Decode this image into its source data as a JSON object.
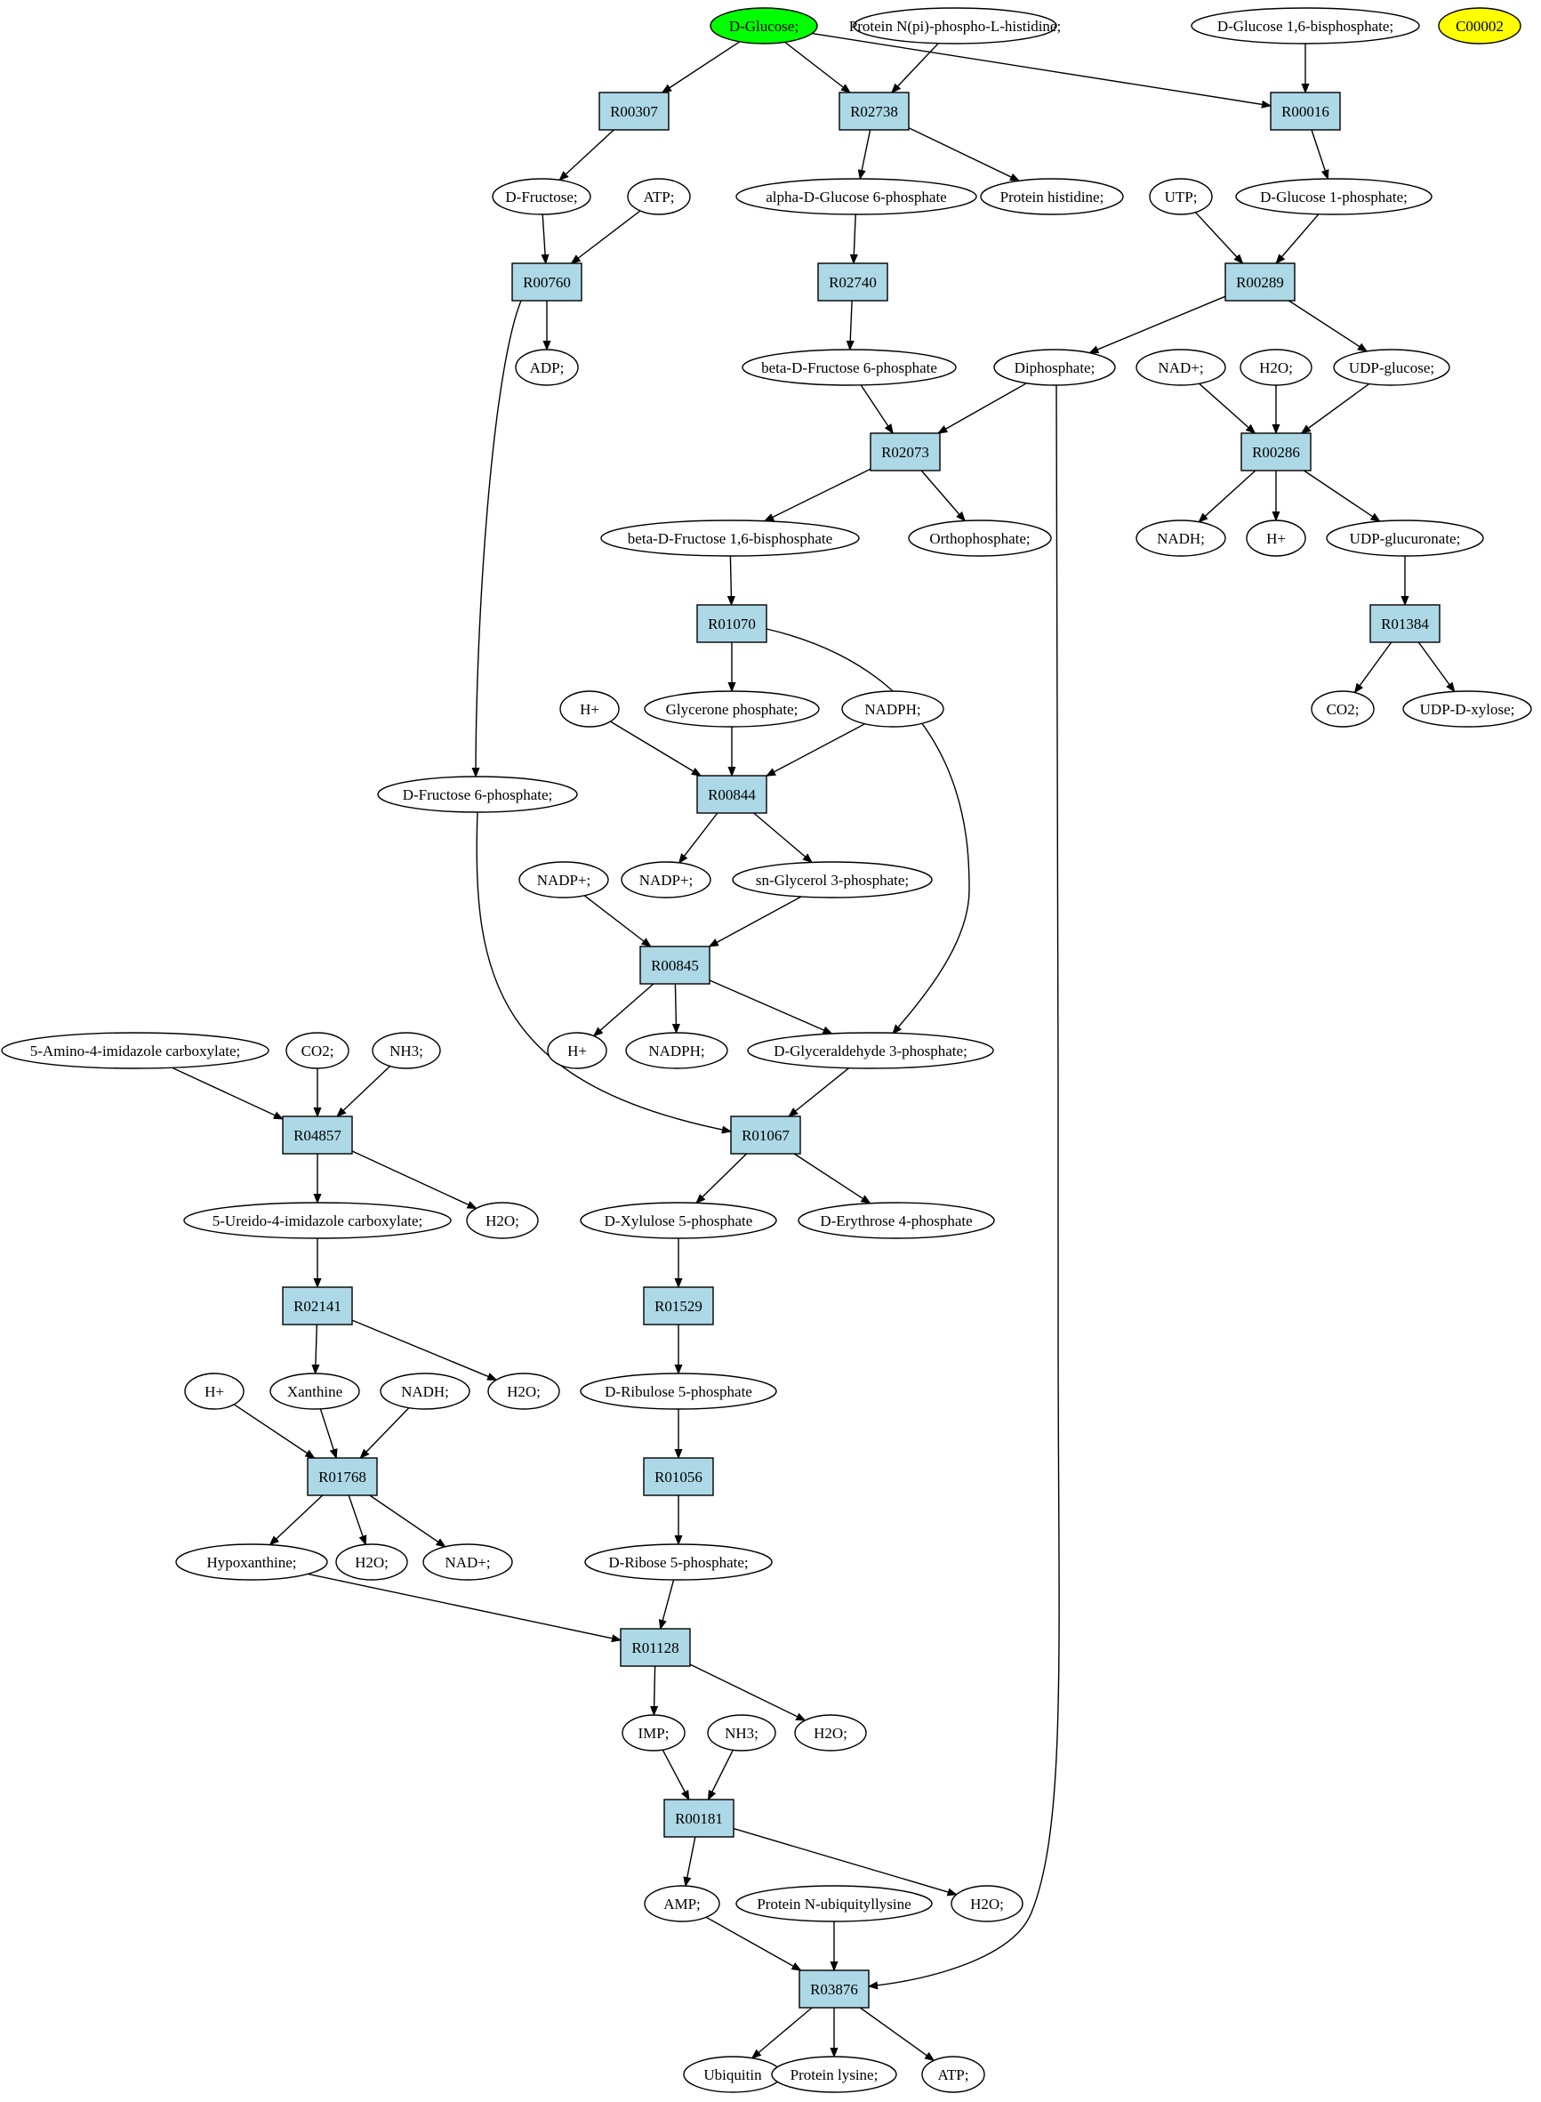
{
  "diagram": {
    "colors": {
      "reaction_fill": "#add8e6",
      "start_node_fill": "#00ff00",
      "isolated_node_fill": "#ffff00",
      "compound_fill": "#ffffff"
    },
    "nodes": [
      {
        "id": "glucose",
        "label": "D-Glucose;",
        "kind": "compound",
        "highlight": "start"
      },
      {
        "id": "protnpi",
        "label": "Protein N(pi)-phospho-L-histidine;",
        "kind": "compound"
      },
      {
        "id": "g16bp",
        "label": "D-Glucose 1,6-bisphosphate;",
        "kind": "compound"
      },
      {
        "id": "c00002",
        "label": "C00002",
        "kind": "compound",
        "highlight": "isolated"
      },
      {
        "id": "R00307",
        "label": "R00307",
        "kind": "reaction"
      },
      {
        "id": "R02738",
        "label": "R02738",
        "kind": "reaction"
      },
      {
        "id": "R00016",
        "label": "R00016",
        "kind": "reaction"
      },
      {
        "id": "fructose",
        "label": "D-Fructose;",
        "kind": "compound"
      },
      {
        "id": "atp1",
        "label": "ATP;",
        "kind": "compound"
      },
      {
        "id": "ag6p",
        "label": "alpha-D-Glucose 6-phosphate",
        "kind": "compound"
      },
      {
        "id": "protHis",
        "label": "Protein histidine;",
        "kind": "compound"
      },
      {
        "id": "utp",
        "label": "UTP;",
        "kind": "compound"
      },
      {
        "id": "g1p",
        "label": "D-Glucose 1-phosphate;",
        "kind": "compound"
      },
      {
        "id": "R00760",
        "label": "R00760",
        "kind": "reaction"
      },
      {
        "id": "R02740",
        "label": "R02740",
        "kind": "reaction"
      },
      {
        "id": "R00289",
        "label": "R00289",
        "kind": "reaction"
      },
      {
        "id": "adp",
        "label": "ADP;",
        "kind": "compound"
      },
      {
        "id": "bf6p",
        "label": "beta-D-Fructose 6-phosphate",
        "kind": "compound"
      },
      {
        "id": "diphos",
        "label": "Diphosphate;",
        "kind": "compound"
      },
      {
        "id": "nad1",
        "label": "NAD+;",
        "kind": "compound"
      },
      {
        "id": "h2o1",
        "label": "H2O;",
        "kind": "compound"
      },
      {
        "id": "udpglc",
        "label": "UDP-glucose;",
        "kind": "compound"
      },
      {
        "id": "R02073",
        "label": "R02073",
        "kind": "reaction"
      },
      {
        "id": "R00286",
        "label": "R00286",
        "kind": "reaction"
      },
      {
        "id": "bf16bp",
        "label": "beta-D-Fructose 1,6-bisphosphate",
        "kind": "compound"
      },
      {
        "id": "orthophos",
        "label": "Orthophosphate;",
        "kind": "compound"
      },
      {
        "id": "nadh1",
        "label": "NADH;",
        "kind": "compound"
      },
      {
        "id": "hplus1",
        "label": "H+",
        "kind": "compound"
      },
      {
        "id": "udpglcA",
        "label": "UDP-glucuronate;",
        "kind": "compound"
      },
      {
        "id": "R01070",
        "label": "R01070",
        "kind": "reaction"
      },
      {
        "id": "R01384",
        "label": "R01384",
        "kind": "reaction"
      },
      {
        "id": "hplus2",
        "label": "H+",
        "kind": "compound"
      },
      {
        "id": "glyP",
        "label": "Glycerone phosphate;",
        "kind": "compound"
      },
      {
        "id": "nadph1",
        "label": "NADPH;",
        "kind": "compound"
      },
      {
        "id": "co2a",
        "label": "CO2;",
        "kind": "compound"
      },
      {
        "id": "udpxyl",
        "label": "UDP-D-xylose;",
        "kind": "compound"
      },
      {
        "id": "f6p",
        "label": "D-Fructose 6-phosphate;",
        "kind": "compound"
      },
      {
        "id": "R00844",
        "label": "R00844",
        "kind": "reaction"
      },
      {
        "id": "nadpA",
        "label": "NADP+;",
        "kind": "compound"
      },
      {
        "id": "nadpB",
        "label": "NADP+;",
        "kind": "compound"
      },
      {
        "id": "sng3p",
        "label": "sn-Glycerol 3-phosphate;",
        "kind": "compound"
      },
      {
        "id": "R00845",
        "label": "R00845",
        "kind": "reaction"
      },
      {
        "id": "aicarb",
        "label": "5-Amino-4-imidazole carboxylate;",
        "kind": "compound"
      },
      {
        "id": "co2b",
        "label": "CO2;",
        "kind": "compound"
      },
      {
        "id": "nh3a",
        "label": "NH3;",
        "kind": "compound"
      },
      {
        "id": "hplus3",
        "label": "H+",
        "kind": "compound"
      },
      {
        "id": "nadph2",
        "label": "NADPH;",
        "kind": "compound"
      },
      {
        "id": "dg3p",
        "label": "D-Glyceraldehyde 3-phosphate;",
        "kind": "compound"
      },
      {
        "id": "R04857",
        "label": "R04857",
        "kind": "reaction"
      },
      {
        "id": "R01067",
        "label": "R01067",
        "kind": "reaction"
      },
      {
        "id": "ureido",
        "label": "5-Ureido-4-imidazole carboxylate;",
        "kind": "compound"
      },
      {
        "id": "h2o2",
        "label": "H2O;",
        "kind": "compound"
      },
      {
        "id": "xu5p",
        "label": "D-Xylulose 5-phosphate",
        "kind": "compound"
      },
      {
        "id": "e4p",
        "label": "D-Erythrose 4-phosphate",
        "kind": "compound"
      },
      {
        "id": "R02141",
        "label": "R02141",
        "kind": "reaction"
      },
      {
        "id": "R01529",
        "label": "R01529",
        "kind": "reaction"
      },
      {
        "id": "hplus4",
        "label": "H+",
        "kind": "compound"
      },
      {
        "id": "xanthine",
        "label": "Xanthine",
        "kind": "compound"
      },
      {
        "id": "nadh2",
        "label": "NADH;",
        "kind": "compound"
      },
      {
        "id": "h2o3",
        "label": "H2O;",
        "kind": "compound"
      },
      {
        "id": "ru5p",
        "label": "D-Ribulose 5-phosphate",
        "kind": "compound"
      },
      {
        "id": "R01768",
        "label": "R01768",
        "kind": "reaction"
      },
      {
        "id": "R01056",
        "label": "R01056",
        "kind": "reaction"
      },
      {
        "id": "hypox",
        "label": "Hypoxanthine;",
        "kind": "compound"
      },
      {
        "id": "h2o4",
        "label": "H2O;",
        "kind": "compound"
      },
      {
        "id": "nad2",
        "label": "NAD+;",
        "kind": "compound"
      },
      {
        "id": "r5p",
        "label": "D-Ribose 5-phosphate;",
        "kind": "compound"
      },
      {
        "id": "R01128",
        "label": "R01128",
        "kind": "reaction"
      },
      {
        "id": "imp",
        "label": "IMP;",
        "kind": "compound"
      },
      {
        "id": "nh3b",
        "label": "NH3;",
        "kind": "compound"
      },
      {
        "id": "h2o5",
        "label": "H2O;",
        "kind": "compound"
      },
      {
        "id": "R00181",
        "label": "R00181",
        "kind": "reaction"
      },
      {
        "id": "amp",
        "label": "AMP;",
        "kind": "compound"
      },
      {
        "id": "protUb",
        "label": "Protein N-ubiquityllysine",
        "kind": "compound"
      },
      {
        "id": "h2o6",
        "label": "H2O;",
        "kind": "compound"
      },
      {
        "id": "R03876",
        "label": "R03876",
        "kind": "reaction"
      },
      {
        "id": "ubiq",
        "label": "Ubiquitin",
        "kind": "compound"
      },
      {
        "id": "protLys",
        "label": "Protein lysine;",
        "kind": "compound"
      },
      {
        "id": "atp2",
        "label": "ATP;",
        "kind": "compound"
      }
    ],
    "edges": [
      [
        "glucose",
        "R00307"
      ],
      [
        "glucose",
        "R02738"
      ],
      [
        "glucose",
        "R00016"
      ],
      [
        "protnpi",
        "R02738"
      ],
      [
        "g16bp",
        "R00016"
      ],
      [
        "R00307",
        "fructose"
      ],
      [
        "R02738",
        "ag6p"
      ],
      [
        "R02738",
        "protHis"
      ],
      [
        "R00016",
        "g1p"
      ],
      [
        "fructose",
        "R00760"
      ],
      [
        "atp1",
        "R00760"
      ],
      [
        "R00760",
        "adp"
      ],
      [
        "R00760",
        "f6p"
      ],
      [
        "ag6p",
        "R02740"
      ],
      [
        "R02740",
        "bf6p"
      ],
      [
        "utp",
        "R00289"
      ],
      [
        "g1p",
        "R00289"
      ],
      [
        "R00289",
        "diphos"
      ],
      [
        "R00289",
        "udpglc"
      ],
      [
        "bf6p",
        "R02073"
      ],
      [
        "diphos",
        "R02073"
      ],
      [
        "diphos",
        "R03876"
      ],
      [
        "nad1",
        "R00286"
      ],
      [
        "h2o1",
        "R00286"
      ],
      [
        "udpglc",
        "R00286"
      ],
      [
        "R02073",
        "bf16bp"
      ],
      [
        "R02073",
        "orthophos"
      ],
      [
        "R00286",
        "nadh1"
      ],
      [
        "R00286",
        "hplus1"
      ],
      [
        "R00286",
        "udpglcA"
      ],
      [
        "bf16bp",
        "R01070"
      ],
      [
        "udpglcA",
        "R01384"
      ],
      [
        "R01070",
        "glyP"
      ],
      [
        "R01070",
        "dg3p"
      ],
      [
        "R01384",
        "co2a"
      ],
      [
        "R01384",
        "udpxyl"
      ],
      [
        "hplus2",
        "R00844"
      ],
      [
        "glyP",
        "R00844"
      ],
      [
        "nadph1",
        "R00844"
      ],
      [
        "R00844",
        "nadpA"
      ],
      [
        "R00844",
        "sng3p"
      ],
      [
        "nadpB",
        "R00845"
      ],
      [
        "sng3p",
        "R00845"
      ],
      [
        "R00845",
        "hplus3"
      ],
      [
        "R00845",
        "nadph2"
      ],
      [
        "R00845",
        "dg3p"
      ],
      [
        "aicarb",
        "R04857"
      ],
      [
        "co2b",
        "R04857"
      ],
      [
        "nh3a",
        "R04857"
      ],
      [
        "R04857",
        "ureido"
      ],
      [
        "R04857",
        "h2o2"
      ],
      [
        "f6p",
        "R01067"
      ],
      [
        "dg3p",
        "R01067"
      ],
      [
        "R01067",
        "xu5p"
      ],
      [
        "R01067",
        "e4p"
      ],
      [
        "ureido",
        "R02141"
      ],
      [
        "R02141",
        "xanthine"
      ],
      [
        "R02141",
        "h2o3"
      ],
      [
        "xu5p",
        "R01529"
      ],
      [
        "R01529",
        "ru5p"
      ],
      [
        "hplus4",
        "R01768"
      ],
      [
        "xanthine",
        "R01768"
      ],
      [
        "nadh2",
        "R01768"
      ],
      [
        "R01768",
        "hypox"
      ],
      [
        "R01768",
        "h2o4"
      ],
      [
        "R01768",
        "nad2"
      ],
      [
        "ru5p",
        "R01056"
      ],
      [
        "R01056",
        "r5p"
      ],
      [
        "hypox",
        "R01128"
      ],
      [
        "r5p",
        "R01128"
      ],
      [
        "R01128",
        "imp"
      ],
      [
        "R01128",
        "h2o5"
      ],
      [
        "imp",
        "R00181"
      ],
      [
        "nh3b",
        "R00181"
      ],
      [
        "R00181",
        "amp"
      ],
      [
        "R00181",
        "h2o6"
      ],
      [
        "amp",
        "R03876"
      ],
      [
        "protUb",
        "R03876"
      ],
      [
        "R03876",
        "ubiq"
      ],
      [
        "R03876",
        "protLys"
      ],
      [
        "R03876",
        "atp2"
      ]
    ]
  }
}
